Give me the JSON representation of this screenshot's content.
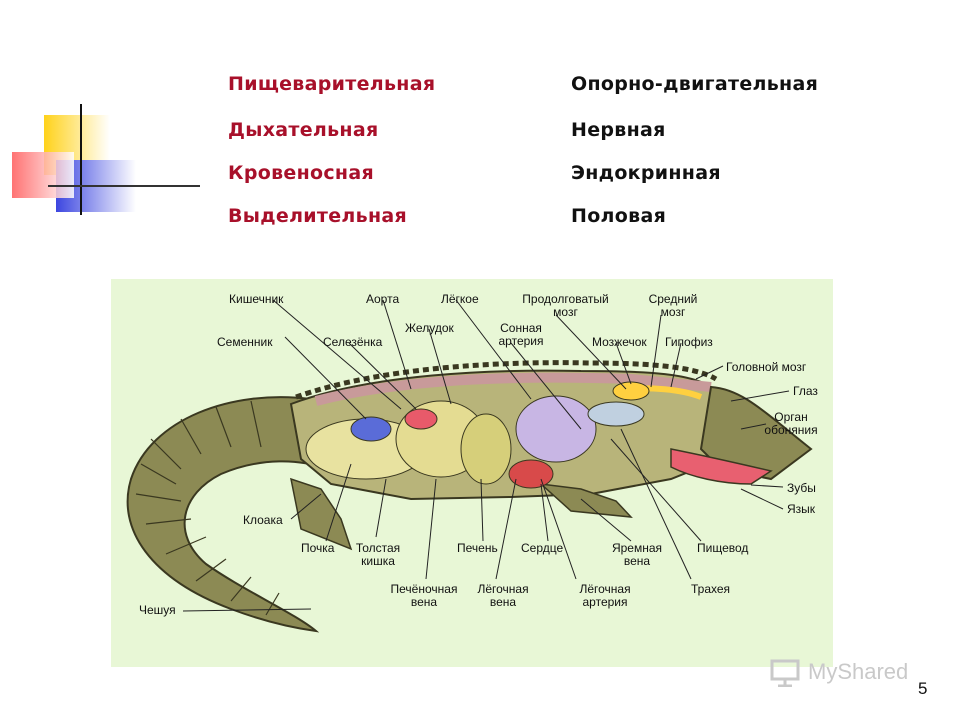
{
  "systems_left": [
    "Пищеварительная",
    "Дыхательная",
    "Кровеносная",
    "Выделительная"
  ],
  "systems_right": [
    "Опорно-двигательная",
    "Нервная",
    "Эндокринная",
    "Половая"
  ],
  "labels": {
    "intestine": "Кишечник",
    "aorta": "Аорта",
    "lung": "Лёгкое",
    "medulla": "Продолговатый мозг",
    "midbrain": "Средний мозг",
    "testis": "Семенник",
    "spleen": "Селезёнка",
    "stomach": "Желудок",
    "carotid": "Сонная артерия",
    "cerebellum": "Мозжечок",
    "pituitary": "Гипофиз",
    "brain": "Головной мозг",
    "eye": "Глаз",
    "olfactory": "Орган обоняния",
    "teeth": "Зубы",
    "tongue": "Язык",
    "cloaca": "Клоака",
    "kidney": "Почка",
    "colon": "Толстая кишка",
    "liver": "Печень",
    "heart": "Сердце",
    "jugular": "Яремная вена",
    "esophagus": "Пищевод",
    "hepatic_vein": "Печёночная вена",
    "pulm_vein": "Лёгочная вена",
    "pulm_artery": "Лёгочная артерия",
    "trachea": "Трахея",
    "scales": "Чешуя"
  },
  "slide_number": "5",
  "watermark": "MyShared",
  "colors": {
    "accent_red": "#a8102a",
    "panel_bg": "#e8f7d6",
    "deco_yellow": "#ffd21a",
    "deco_blue": "#3c46e0",
    "deco_red": "#ff3b3b"
  }
}
